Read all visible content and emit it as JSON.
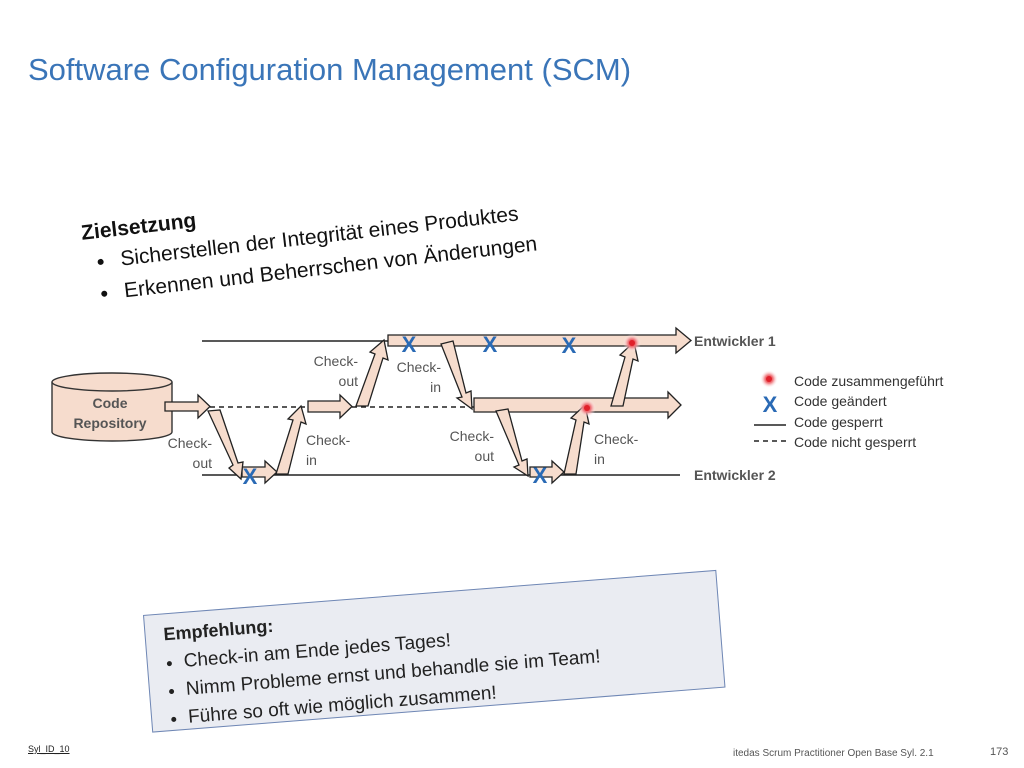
{
  "slide": {
    "title": "Software Configuration Management (SCM)",
    "footer_id": "Syl_ID_10",
    "footer_source": "itedas Scrum Practitioner Open Base Syl. 2.1",
    "page_number": "173"
  },
  "goals": {
    "heading": "Zielsetzung",
    "items": [
      "Sicherstellen der Integrität eines Produktes",
      "Erkennen und Beherrschen von Änderungen"
    ]
  },
  "diagram": {
    "repository_label": [
      "Code",
      "Repository"
    ],
    "developer_1": "Entwickler 1",
    "developer_2": "Entwickler 2",
    "changed_marker": "X",
    "labels": {
      "checkout_1": [
        "Check-",
        "out"
      ],
      "checkin_1": [
        "Check-",
        "in"
      ],
      "checkout_2": [
        "Check-",
        "out"
      ],
      "checkin_2": [
        "Check-",
        "in"
      ],
      "checkout_3": [
        "Check-",
        "out"
      ],
      "checkin_3": [
        "Check-",
        "in"
      ]
    },
    "legend": {
      "merged": "Code zusammengeführt",
      "changed": "Code geändert",
      "locked": "Code gesperrt",
      "unlocked": "Code nicht gesperrt"
    },
    "colors": {
      "arrow_fill": "#f6dccd",
      "arrow_stroke": "#222222",
      "marker": "#2a6ab5",
      "merge_dot": "#e0202a"
    }
  },
  "recommendation": {
    "heading": "Empfehlung:",
    "items": [
      "Check-in am Ende jedes Tages!",
      "Nimm Probleme ernst und behandle sie im Team!",
      "Führe so oft wie möglich zusammen!"
    ]
  }
}
